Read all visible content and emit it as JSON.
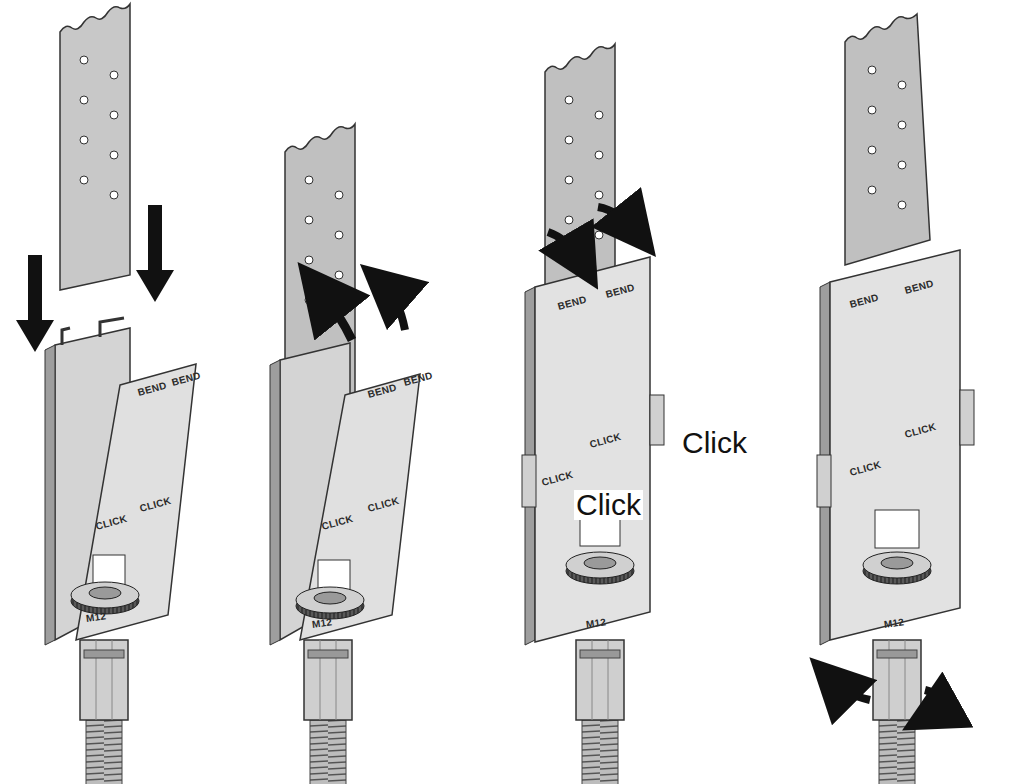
{
  "diagram": {
    "labels": [
      "BEND",
      "BEND",
      "CLICK",
      "CLICK",
      "M12",
      "BEND",
      "BEND",
      "CLICK",
      "CLICK",
      "M12",
      "BEND",
      "BEND",
      "CLICK",
      "CLICK",
      "Click",
      "Click",
      "M12",
      "BEND",
      "BEND",
      "CLICK",
      "CLICK",
      "M12"
    ]
  }
}
